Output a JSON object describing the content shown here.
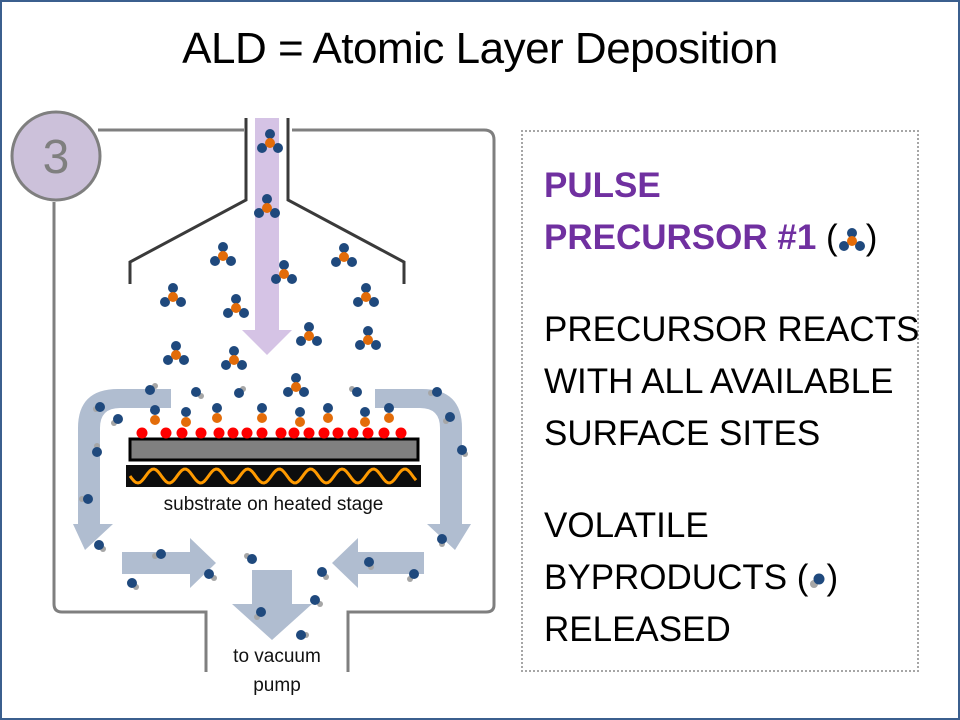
{
  "title": "ALD = Atomic Layer Deposition",
  "step_number": "3",
  "diagram": {
    "substrate_label": "substrate on heated stage",
    "exhaust_label_line1": "to vacuum",
    "exhaust_label_line2": "pump",
    "icons": {
      "precursor_molecule": "precursor-molecule-icon",
      "byproduct_molecule": "byproduct-molecule-icon",
      "flow_arrow": "flow-arrow-icon",
      "heater_coil": "heater-coil-icon"
    }
  },
  "info_panel": {
    "heading_line1": "PULSE",
    "heading_line2": "PRECURSOR #1",
    "heading_paren_open": " (",
    "heading_paren_close": ")",
    "para1_line1": "PRECURSOR REACTS",
    "para1_line2": "WITH ALL AVAILABLE",
    "para1_line3": "SURFACE SITES",
    "para2_line1": "VOLATILE",
    "para2_line2": "BYPRODUCTS (",
    "para2_paren_close": ")",
    "para2_line3": "RELEASED"
  },
  "colors": {
    "frame": "#3b5f8e",
    "accent_purple": "#7030a0",
    "precursor_ligand": "#1f497d",
    "precursor_center": "#e36c09",
    "surface_site": "#ff0000",
    "byproduct_gray": "#a6a6a6",
    "flow_arrow": "#b0bdd0",
    "inlet_arrow": "#d5c3e5",
    "step_circle": "#ccc1da"
  }
}
